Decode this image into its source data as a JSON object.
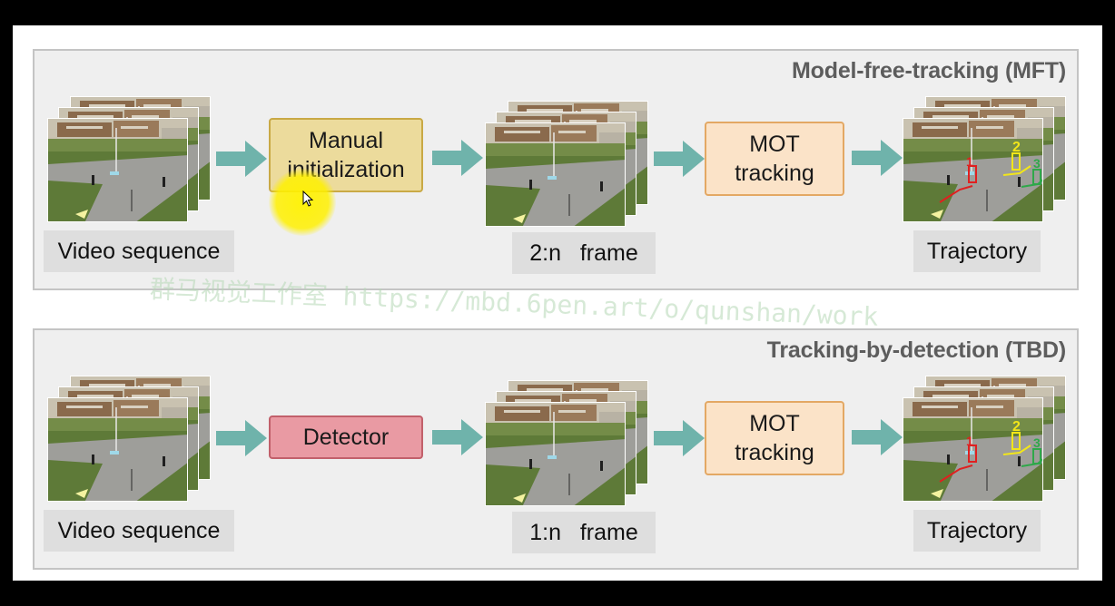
{
  "panels": {
    "mft": {
      "title": "Model-free-tracking (MFT)",
      "input_caption": "Video sequence",
      "step1_label": "Manual\ninitialization",
      "frame_caption": "2:n   frame",
      "step2_label": "MOT\ntracking",
      "output_caption": "Trajectory"
    },
    "tbd": {
      "title": "Tracking-by-detection (TBD)",
      "input_caption": "Video sequence",
      "step1_label": "Detector",
      "frame_caption": "1:n   frame",
      "step2_label": "MOT\ntracking",
      "output_caption": "Trajectory"
    }
  },
  "trajectory_ids": [
    "1",
    "2",
    "3"
  ],
  "watermark": "群马视觉工作室 https://mbd.6pen.art/o/qunshan/work",
  "colors": {
    "manual_fill": "#ecdb9c",
    "mot_fill": "#fbe3c8",
    "detector_fill": "#e99aa3",
    "arrow": "#6fb3ab",
    "track_1": "#e02020",
    "track_2": "#f2e619",
    "track_3": "#2fa84a"
  }
}
